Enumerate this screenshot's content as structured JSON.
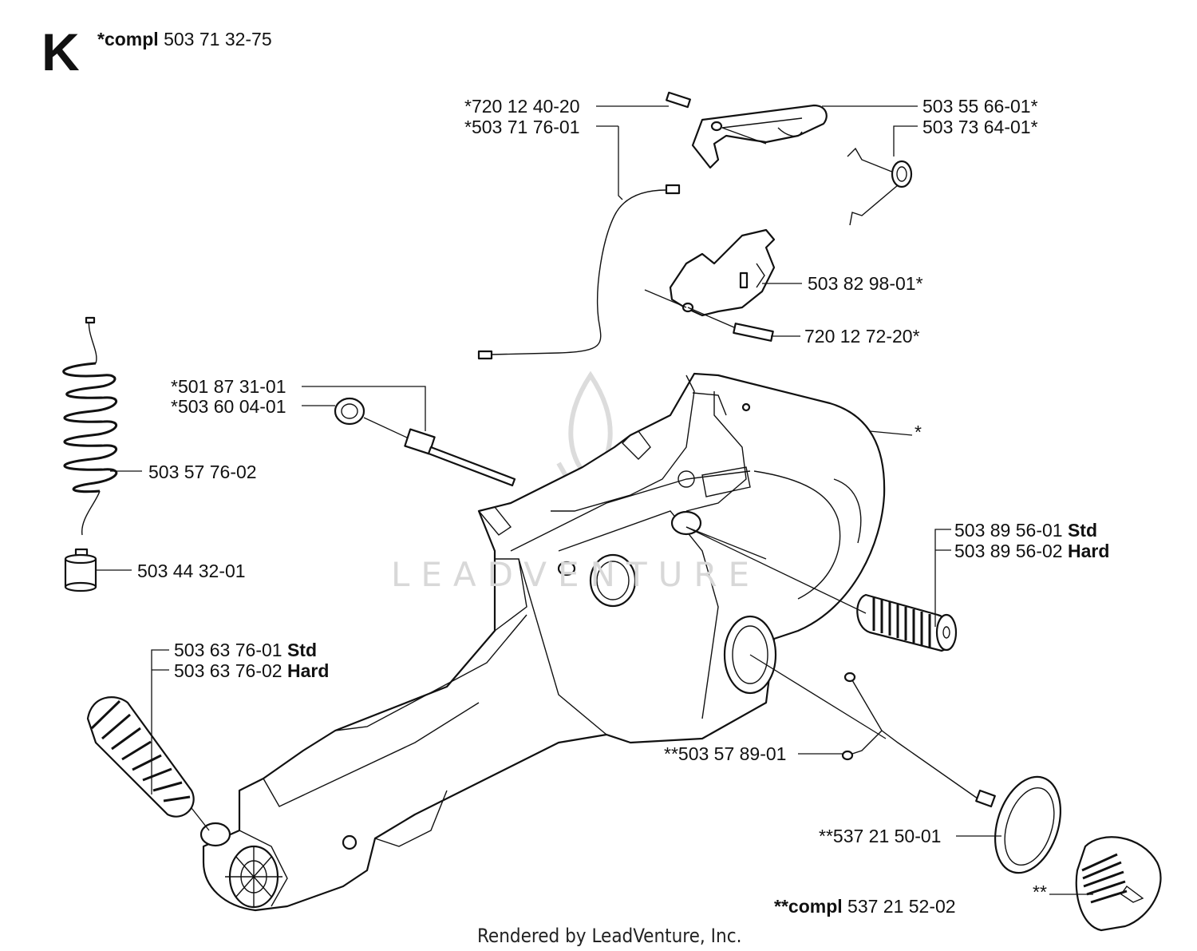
{
  "header": {
    "section_letter": "K",
    "compl_bold": "*compl",
    "compl_part": "503 71 32-75"
  },
  "labels": {
    "p720124020": "*720 12 40-20",
    "p503717601": "*503 71 76-01",
    "p503556601": "503 55 66-01*",
    "p503736401": "503 73 64-01*",
    "p503829801": "503 82 98-01*",
    "p720127220": "720 12 72-20*",
    "p501873101": "*501 87 31-01",
    "p503600401": "*503 60 04-01",
    "star": "*",
    "p503577602": "503 57 76-02",
    "p503443201": "503 44 32-01",
    "p503895601": "503 89 56-01",
    "p503895602": "503 89 56-02",
    "p503637601": "503 63 76-01",
    "p503637602": "503 63 76-02",
    "std": "Std",
    "hard": "Hard",
    "p503578901": "**503 57 89-01",
    "p537215001": "**537 21 50-01",
    "dstar": "**",
    "compl2_bold": "**compl",
    "compl2_part": "537 21 52-02"
  },
  "watermark": "LEADVENTURE",
  "footer": "Rendered by LeadVenture, Inc."
}
